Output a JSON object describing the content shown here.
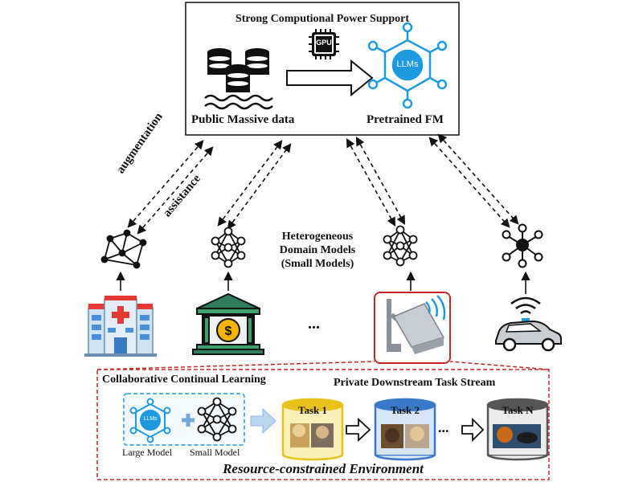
{
  "top_box": {
    "title": "Strong Computional Power Support",
    "gpu_label": "GPU",
    "data_label": "Public Massive data",
    "fm_label": "Pretrained FM",
    "llm_label": "LLMs"
  },
  "edges": {
    "augmentation_label": "augmentation",
    "assistance_label": "assistance"
  },
  "domain_models_label": [
    "Heterogeneous",
    "Domain Models",
    "(Small Models)"
  ],
  "ellipsis": "...",
  "bottom_box": {
    "collab_title": "Collaborative Continual Learning",
    "stream_title": "Private Downstream Task Stream",
    "large_model_label": "Large Model",
    "small_model_label": "Small Model",
    "llm_label": "LLMs",
    "plus": "+",
    "env_label": "Resource-constrained Environment",
    "tasks": [
      {
        "label": "Task 1",
        "color": "#e8c21a",
        "fill": "#fbf0b8"
      },
      {
        "label": "Task 2",
        "color": "#3a78c9",
        "fill": "#d7e6f7"
      },
      {
        "label": "Task N",
        "color": "#555555",
        "fill": "#ececec"
      }
    ],
    "task_dots": "..."
  },
  "colors": {
    "accent_blue": "#1e9be0",
    "red": "#c62828",
    "dashed_box": "#c62828"
  }
}
